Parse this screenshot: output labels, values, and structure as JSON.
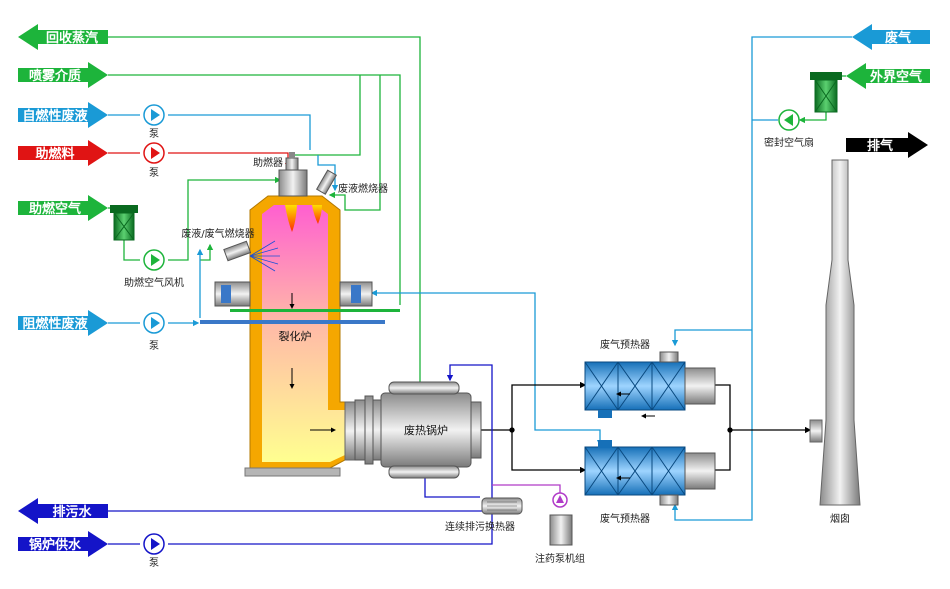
{
  "streams": {
    "steam_recovery": "回收蒸汽",
    "atomizing_medium": "喷雾介质",
    "flammable_waste_liquid": "自燃性废液",
    "auxiliary_fuel": "助燃料",
    "combustion_air": "助燃空气",
    "fire_retardant_waste_liquid": "阻燃性废液",
    "blowdown_water": "排污水",
    "boiler_feed_water": "锅炉供水",
    "waste_gas": "废气",
    "outside_air": "外界空气",
    "exhaust": "排气"
  },
  "equipment": {
    "pump": "泵",
    "burner": "助燃器",
    "waste_liquid_burner": "废液燃烧器",
    "waste_liquid_gas_burner": "废液/废气燃烧器",
    "combustion_air_fan": "助燃空气风机",
    "cracking_furnace": "裂化炉",
    "waste_heat_boiler": "废热锅炉",
    "waste_gas_preheater": "废气预热器",
    "continuous_blowdown_exchanger": "连续排污换热器",
    "dosing_pump_unit": "注药泵机组",
    "seal_air_fan": "密封空气扇",
    "chimney": "烟囱"
  },
  "colors": {
    "green": "#1db43b",
    "blue_line": "#1a9ad6",
    "blue_arrow": "#1a9ad6",
    "red": "#e01414",
    "dark_blue": "#1414c8",
    "black": "#000000",
    "furnace_orange": "#f5a700",
    "violet": "#b03ac8"
  }
}
